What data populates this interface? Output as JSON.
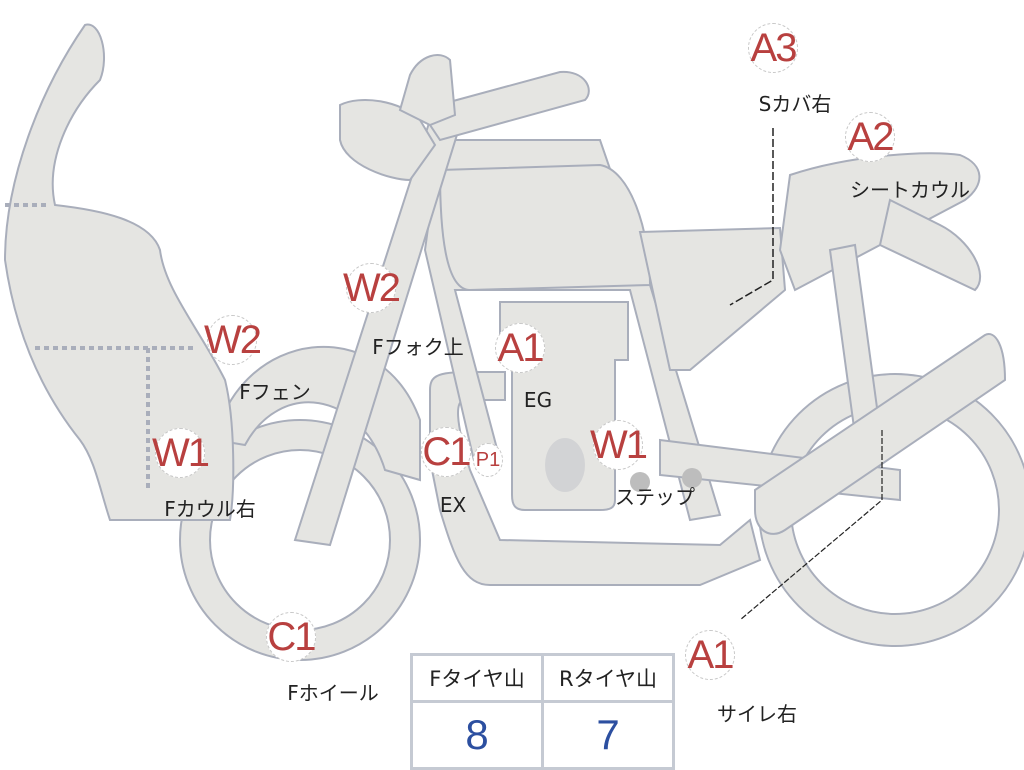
{
  "markers": [
    {
      "code": "A3",
      "label": "Sカバ右"
    },
    {
      "code": "A2",
      "label": "シートカウル"
    },
    {
      "code": "W2",
      "label": "Fフォク上"
    },
    {
      "code": "A1",
      "label": "EG"
    },
    {
      "code": "W2",
      "label": "Fフェン"
    },
    {
      "code": "W1",
      "label": "Fカウル右"
    },
    {
      "code": "C1",
      "label": "EX"
    },
    {
      "code": "P1"
    },
    {
      "code": "W1",
      "label": "ステップ"
    },
    {
      "code": "C1",
      "label": "Fホイール"
    },
    {
      "code": "A1",
      "label": "サイレ右"
    }
  ],
  "tire_table": {
    "headers": [
      "Fタイヤ山",
      "Rタイヤ山"
    ],
    "values": [
      "8",
      "7"
    ]
  },
  "colors": {
    "marker_text": "#b8403f",
    "value_text": "#2c4fa0",
    "part_fill": "#e5e5e2",
    "part_stroke": "#a9aebb"
  }
}
